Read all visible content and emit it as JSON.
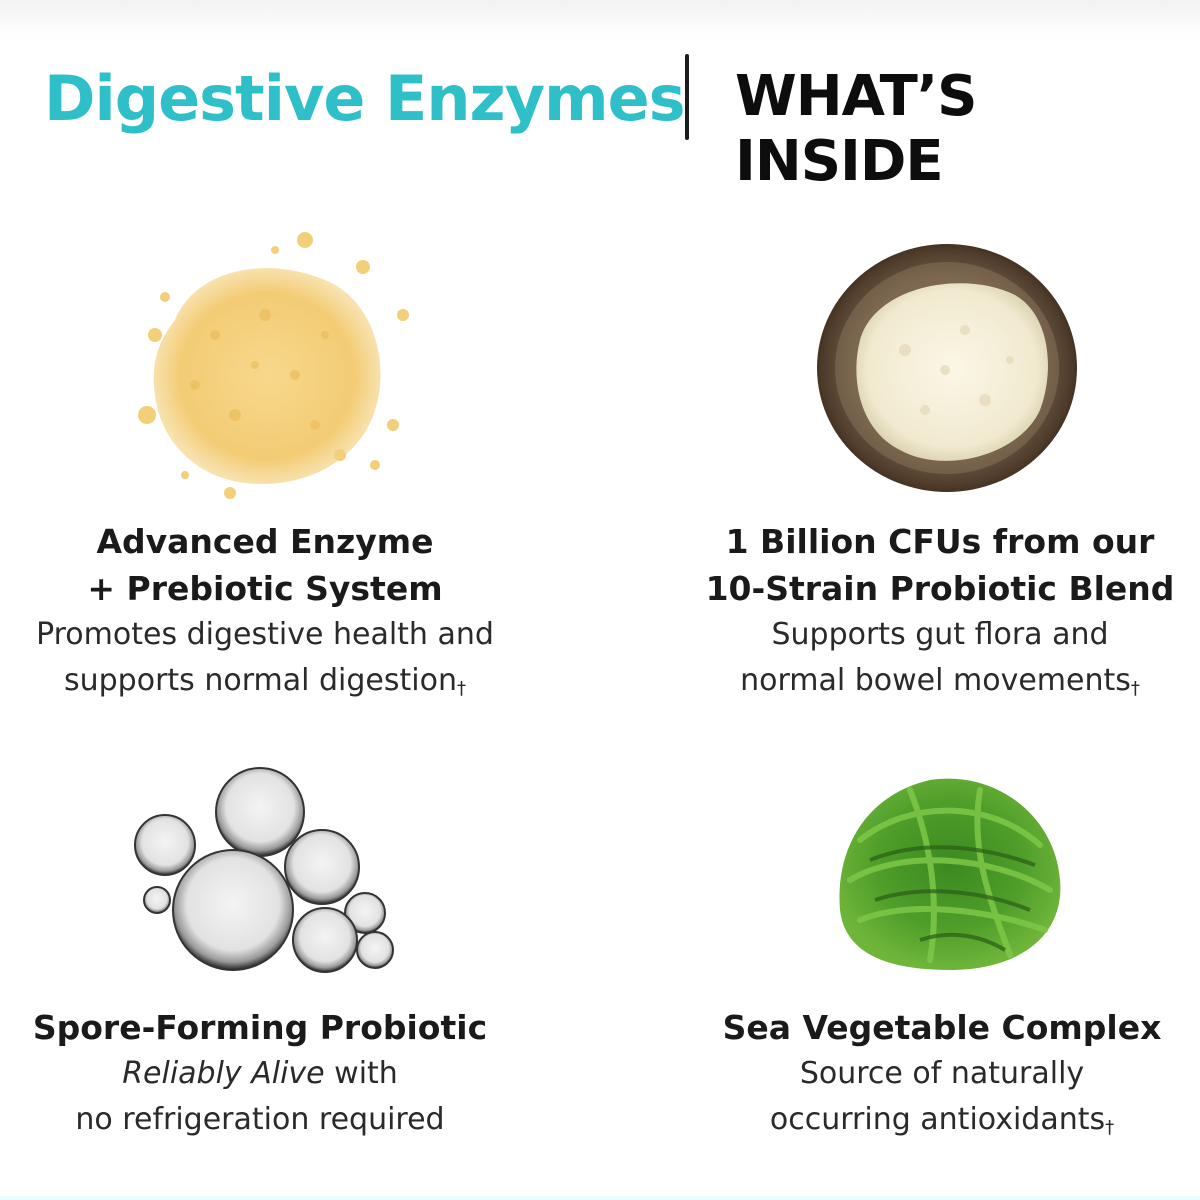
{
  "header": {
    "brand": "Digestive Enzymes",
    "section": "WHAT’S INSIDE",
    "brand_color": "#2fbfc8"
  },
  "items": [
    {
      "icon": "yellow-powder-pile",
      "title_lines": [
        "Advanced Enzyme",
        "+ Prebiotic System"
      ],
      "desc_lines": [
        "Promotes digestive health and",
        "supports normal digestion"
      ],
      "dagger": "†"
    },
    {
      "icon": "probiotic-granules-in-wooden-bowl",
      "title_lines": [
        "1 Billion CFUs from our",
        "10-Strain Probiotic Blend"
      ],
      "desc_lines": [
        "Supports gut flora and",
        "normal bowel movements"
      ],
      "dagger": "†"
    },
    {
      "icon": "clear-spore-bubbles",
      "title_lines": [
        "Spore-Forming Probiotic"
      ],
      "desc_italic": "Reliably Alive",
      "desc_lines": [
        " with",
        "no refrigeration required"
      ],
      "dagger": ""
    },
    {
      "icon": "green-seaweed-nest",
      "title_lines": [
        "Sea Vegetable Complex"
      ],
      "desc_lines": [
        "Source of naturally",
        "occurring antioxidants"
      ],
      "dagger": "†"
    }
  ]
}
